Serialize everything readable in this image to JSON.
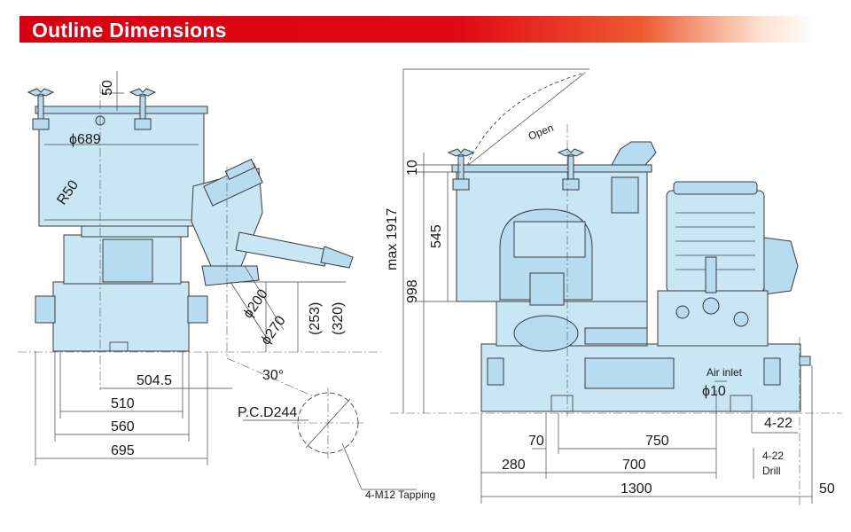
{
  "header": {
    "title": "Outline Dimensions"
  },
  "colors": {
    "banner": "#e00a14",
    "machine_fill": "#c9e6f5",
    "line": "#333333"
  },
  "left_view": {
    "dims": {
      "d50": "50",
      "phi689": "ϕ689",
      "r50": "R50",
      "phi200": "ϕ200",
      "phi270": "ϕ270",
      "d253": "(253)",
      "d320": "(320)",
      "d504": "504.5",
      "a30": "30°",
      "d510": "510",
      "d560": "560",
      "d695": "695"
    }
  },
  "flange_detail": {
    "pcd": "P.C.D244",
    "tapping": "4-M12 Tapping"
  },
  "right_view": {
    "labels": {
      "open": "Open",
      "air_inlet": "Air inlet",
      "phi10": "ϕ10"
    },
    "dims": {
      "max1917": "max 1917",
      "d10": "10",
      "d545": "545",
      "d998": "998",
      "d70": "70",
      "d750": "750",
      "d280": "280",
      "d700": "700",
      "d1300": "1300",
      "d4_22": "4-22",
      "drill_a": "4-22",
      "drill_b": "Drill",
      "d50": "50"
    }
  }
}
